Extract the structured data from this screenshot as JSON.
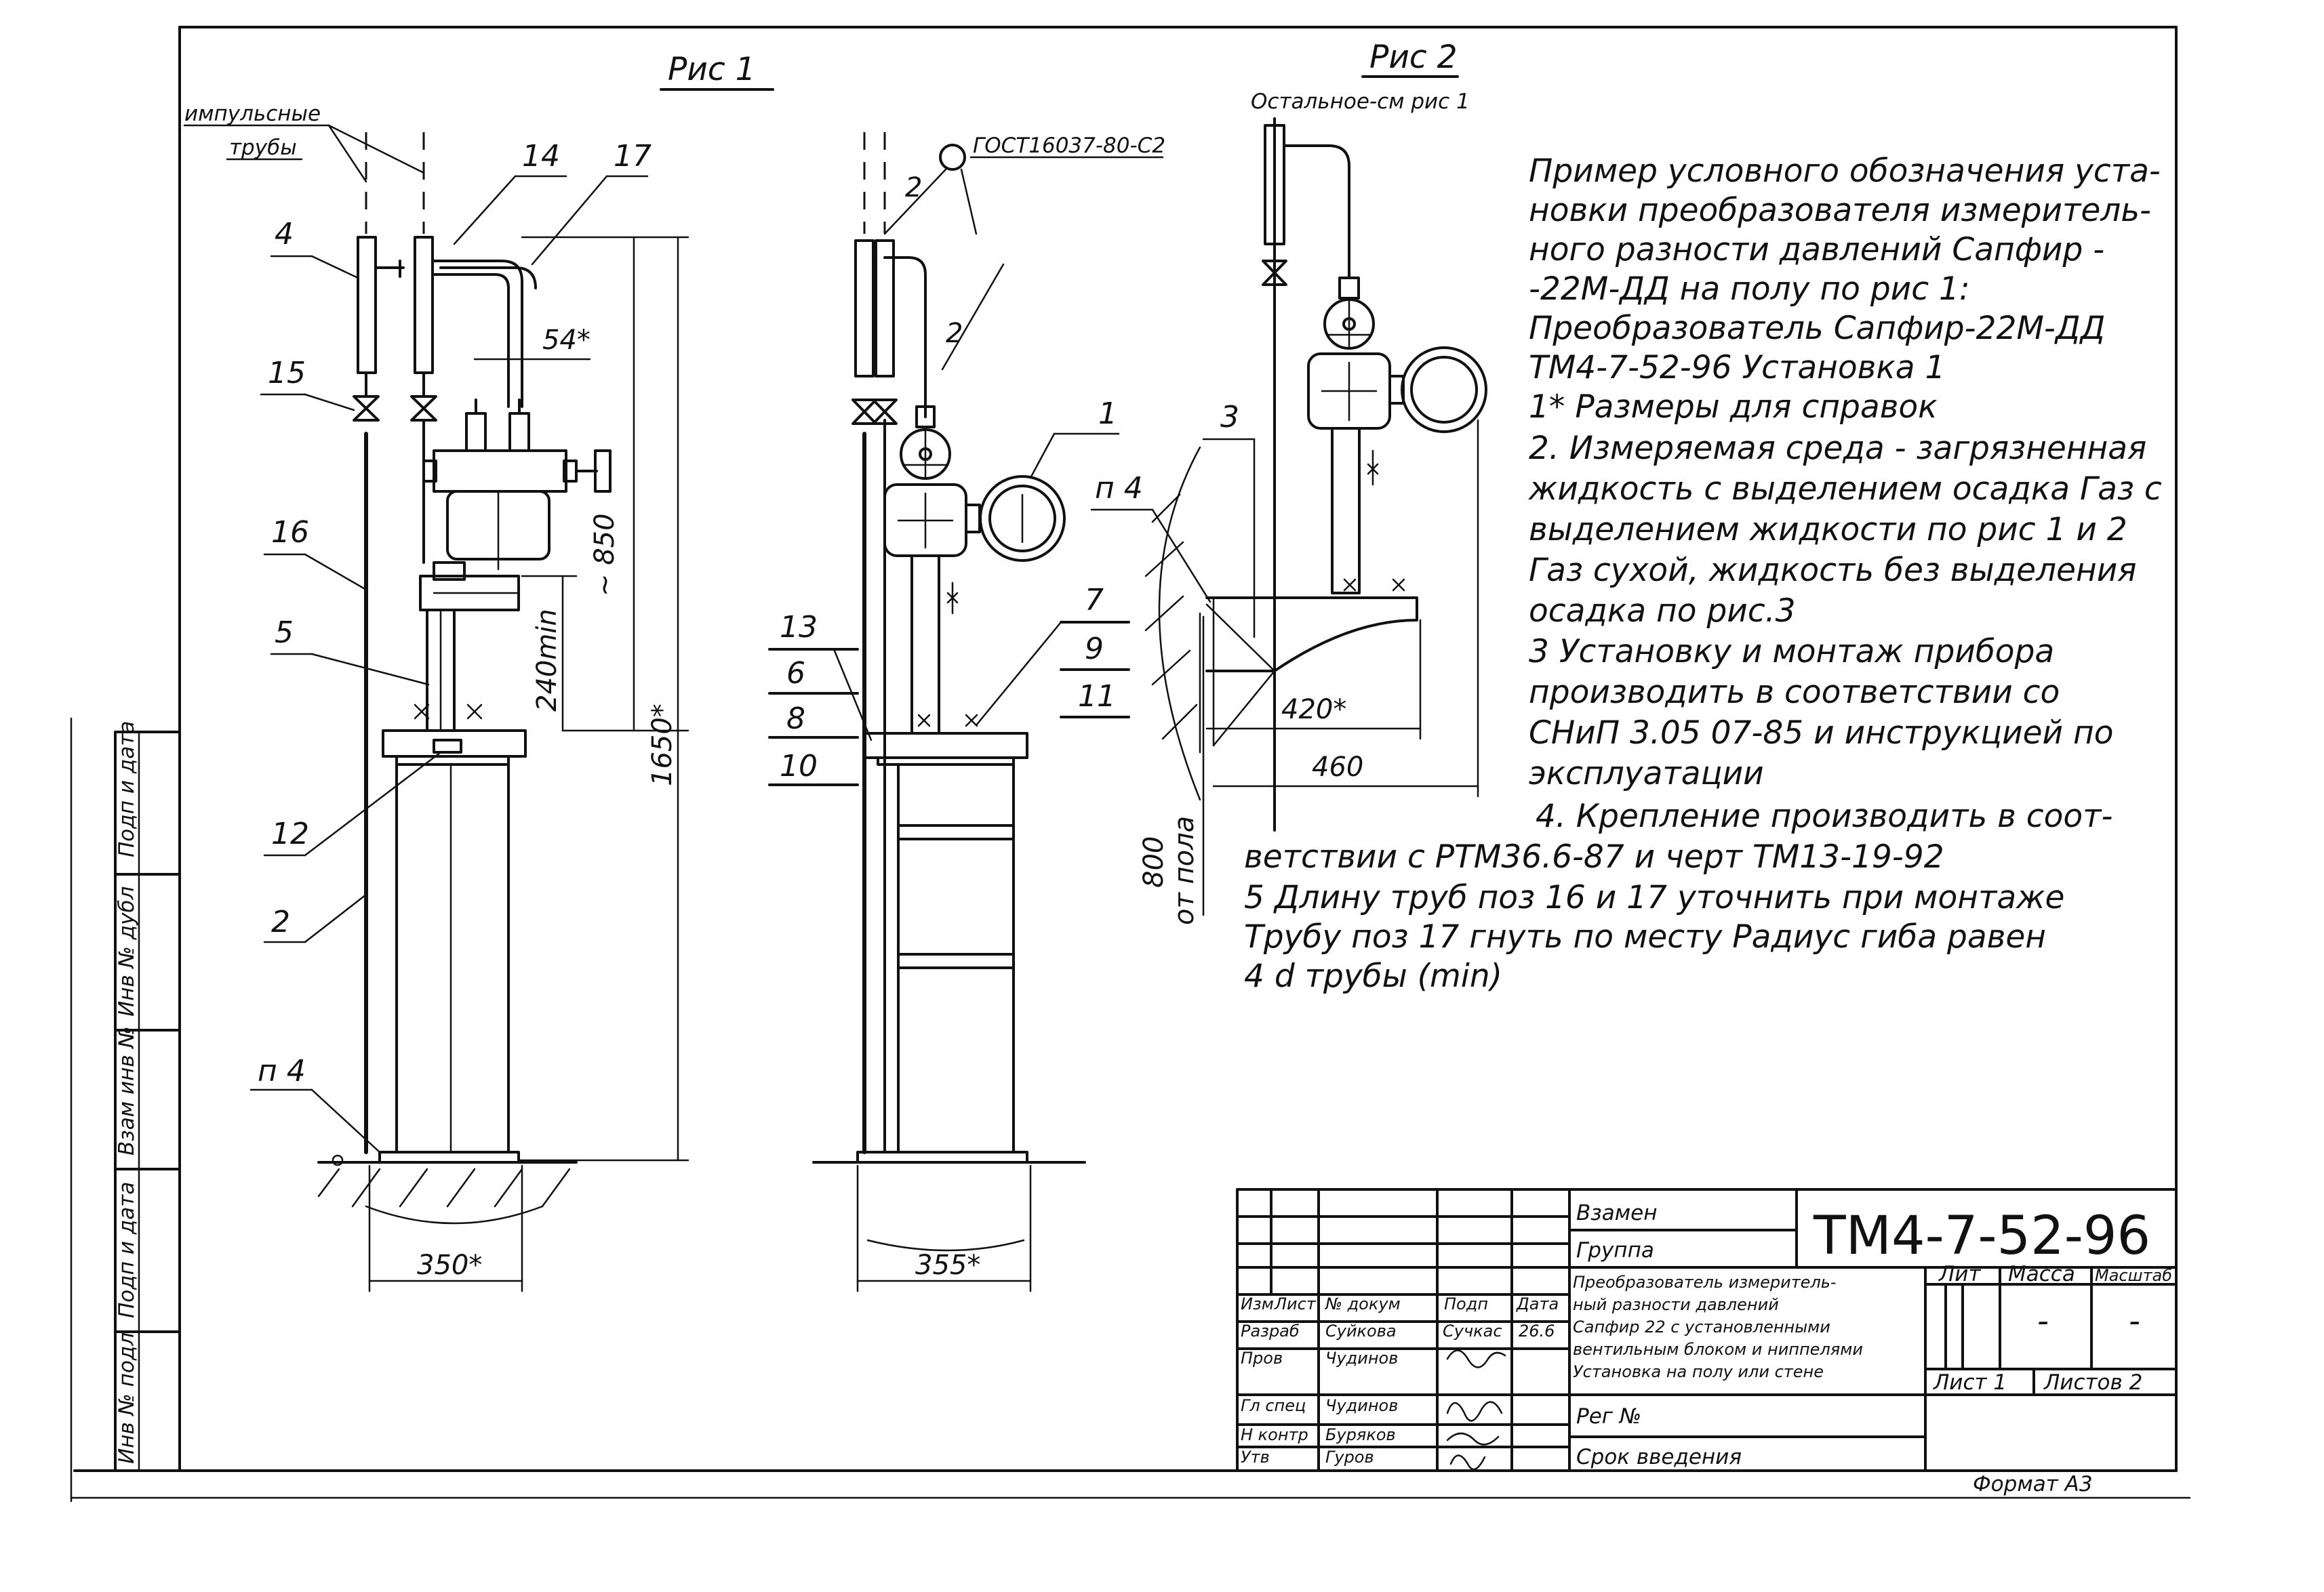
{
  "fig1": {
    "title": "Рис 1",
    "impulse_label_1": "импульсные",
    "impulse_label_2": "трубы",
    "callouts": [
      "4",
      "15",
      "16",
      "5",
      "12",
      "2",
      "14",
      "17"
    ],
    "floor_ref": "п 4",
    "dims": {
      "d54": "54*",
      "d850": "~ 850",
      "d240": "240min",
      "d1650": "1650*",
      "d350": "350*"
    }
  },
  "fig_mid": {
    "gost": "ГОСТ16037-80-С2",
    "weld": "2",
    "callouts_left": [
      "13",
      "6",
      "8",
      "10"
    ],
    "callouts_right": [
      "7",
      "9",
      "11"
    ],
    "callout_top": "1",
    "dim_width": "355*"
  },
  "fig2": {
    "title": "Рис 2",
    "subtitle": "Остальное-см рис 1",
    "callout": "3",
    "wall_ref": "п 4",
    "dims": {
      "d420": "420*",
      "d460": "460",
      "d800": "800",
      "floor": "от пола"
    }
  },
  "notes": [
    "Пример условного обозначения уста-",
    "новки преобразователя измеритель-",
    "ного разности давлений Сапфир -",
    "-22М-ДД на полу по рис 1:",
    "Преобразователь Сапфир-22М-ДД",
    "ТМ4-7-52-96      Установка 1",
    "1* Размеры для справок",
    "2. Измеряемая среда - загрязненная",
    "жидкость с выделением осадка Газ с",
    "выделением жидкости по рис 1 и 2",
    "Газ сухой, жидкость без выделения",
    "осадка по рис.3",
    "3 Установку и монтаж прибора",
    "производить в соответствии со",
    "СНиП 3.05 07-85 и инструкцией по",
    "эксплуатации",
    "4. Крепление производить в соот-",
    "ветствии с РТМ36.6-87 и черт ТМ13-19-92",
    "5 Длину труб поз 16 и 17 уточнить при монтаже",
    "Трубу поз 17 гнуть по месту Радиус гиба равен",
    "4 d трубы (min)"
  ],
  "margin_stamp": [
    "Подп и дата",
    "Инв № дубл",
    "Взам инв №",
    "Подп и дата",
    "Инв № подл"
  ],
  "title_block": {
    "vzamen": "Взамен",
    "gruppa": "Группа",
    "code": "ТМ4-7-52-96",
    "header": [
      "Изм",
      "Лист",
      "№ докум",
      "Подп",
      "Дата"
    ],
    "rows": [
      {
        "role": "Разраб",
        "name": "Суйкова",
        "sign": "Сучкас",
        "date": "26.6"
      },
      {
        "role": "Пров",
        "name": "Чудинов",
        "sign": "",
        "date": ""
      },
      {
        "role": "Гл спец",
        "name": "Чудинов",
        "sign": "",
        "date": ""
      },
      {
        "role": "Н контр",
        "name": "Буряков",
        "sign": "",
        "date": ""
      },
      {
        "role": "Утв",
        "name": "Гуров",
        "sign": "",
        "date": ""
      }
    ],
    "name_lines": [
      "Преобразователь измеритель-",
      "ный разности давлений",
      "Сапфир 22 с установленными",
      "вентильным блоком и ниппелями",
      "Установка на полу или стене"
    ],
    "reg": "Рег №",
    "srok": "Срок введения",
    "lit_h": "Лит",
    "massa_h": "Масса",
    "masht_h": "Масштаб",
    "massa_v": "-",
    "masht_v": "-",
    "list": "Лист 1",
    "listov": "Листов 2"
  },
  "format": "Формат А3"
}
